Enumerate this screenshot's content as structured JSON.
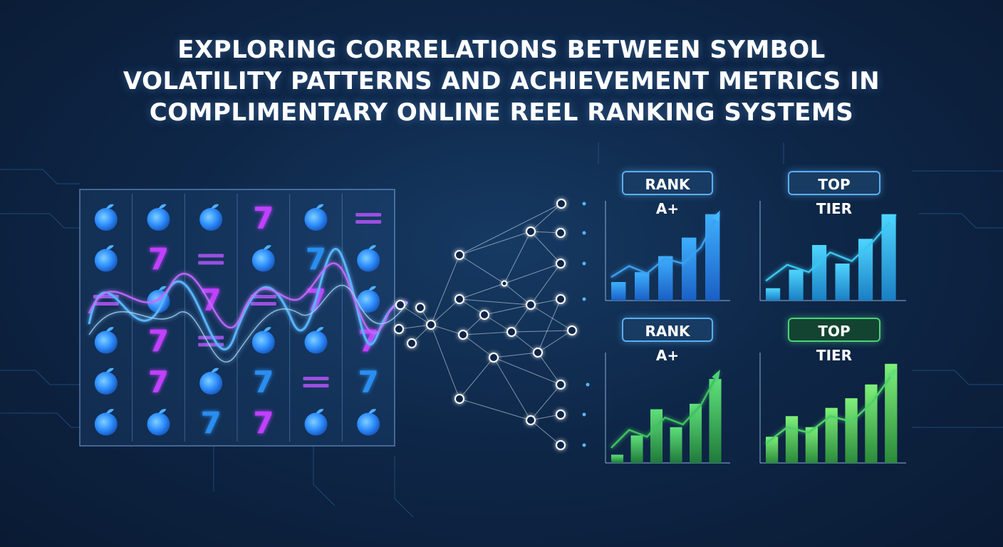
{
  "title": {
    "line1": "EXPLORING CORRELATIONS BETWEEN SYMBOL",
    "line2": "VOLATILITY PATTERNS AND ACHIEVEMENT METRICS IN",
    "line3": "COMPLIMENTARY ONLINE REEL RANKING SYSTEMS"
  },
  "badges": {
    "top_left": "RANK A+",
    "top_right": "TOP TIER",
    "bottom_left": "RANK A+",
    "bottom_right": "TOP TIER"
  },
  "reel_grid": [
    [
      "fruit",
      "fruit",
      "fruit",
      "seven",
      "fruit",
      "bar"
    ],
    [
      "fruit",
      "seven",
      "bar",
      "fruit",
      "seven",
      "fruit"
    ],
    [
      "bar",
      "fruit",
      "seven",
      "bar",
      "seven",
      "fruit"
    ],
    [
      "fruit",
      "seven",
      "bar",
      "fruit",
      "fruit",
      "seven"
    ],
    [
      "fruit",
      "seven",
      "fruit",
      "seven",
      "bar",
      "seven"
    ],
    [
      "fruit",
      "fruit",
      "seven",
      "seven",
      "fruit",
      "fruit"
    ]
  ],
  "seven_colors": [
    [
      "",
      "",
      "",
      "magenta",
      "",
      ""
    ],
    [
      "",
      "magenta",
      "",
      "",
      "blue",
      ""
    ],
    [
      "",
      "",
      "magenta",
      "",
      "magenta",
      ""
    ],
    [
      "",
      "magenta",
      "",
      "",
      "",
      "magenta"
    ],
    [
      "",
      "magenta",
      "",
      "blue",
      "",
      "blue"
    ],
    [
      "",
      "",
      "blue",
      "magenta",
      "",
      ""
    ]
  ],
  "chart_data": [
    {
      "type": "bar",
      "values": [
        1.5,
        2.3,
        3.6,
        5.1,
        7.0
      ],
      "trend": [
        1.9,
        2.8,
        2.2,
        3.4,
        3.0,
        4.3,
        7.1
      ],
      "color": "#2a8ef0"
    },
    {
      "type": "bar",
      "values": [
        1.0,
        2.5,
        4.5,
        3.0,
        5.0,
        7.0
      ],
      "trend": [
        1.6,
        2.9,
        2.3,
        3.9,
        3.2,
        4.8,
        6.8
      ],
      "color": "#2bb7ef"
    },
    {
      "type": "bar",
      "values": [
        0.6,
        2.0,
        3.9,
        2.6,
        4.3,
        6.1
      ],
      "trend": [
        1.1,
        2.4,
        1.9,
        3.3,
        2.8,
        4.2,
        6.6
      ],
      "color": "#3aa15a"
    },
    {
      "type": "bar",
      "values": [
        1.9,
        3.4,
        2.6,
        4.0,
        4.7,
        5.7,
        7.2
      ],
      "trend": [
        1.4,
        2.6,
        2.2,
        3.4,
        3.0,
        4.5,
        6.7
      ],
      "color": "#4fc75c"
    }
  ],
  "colors": {
    "fruit": "#2f8fff",
    "seven_magenta": "#c040ff",
    "seven_blue": "#2a8ef0",
    "bar": "#9b4fe0",
    "wave_blue": "#5ab4ff",
    "wave_purple": "#c26bff",
    "network": "#d8e6f5"
  }
}
